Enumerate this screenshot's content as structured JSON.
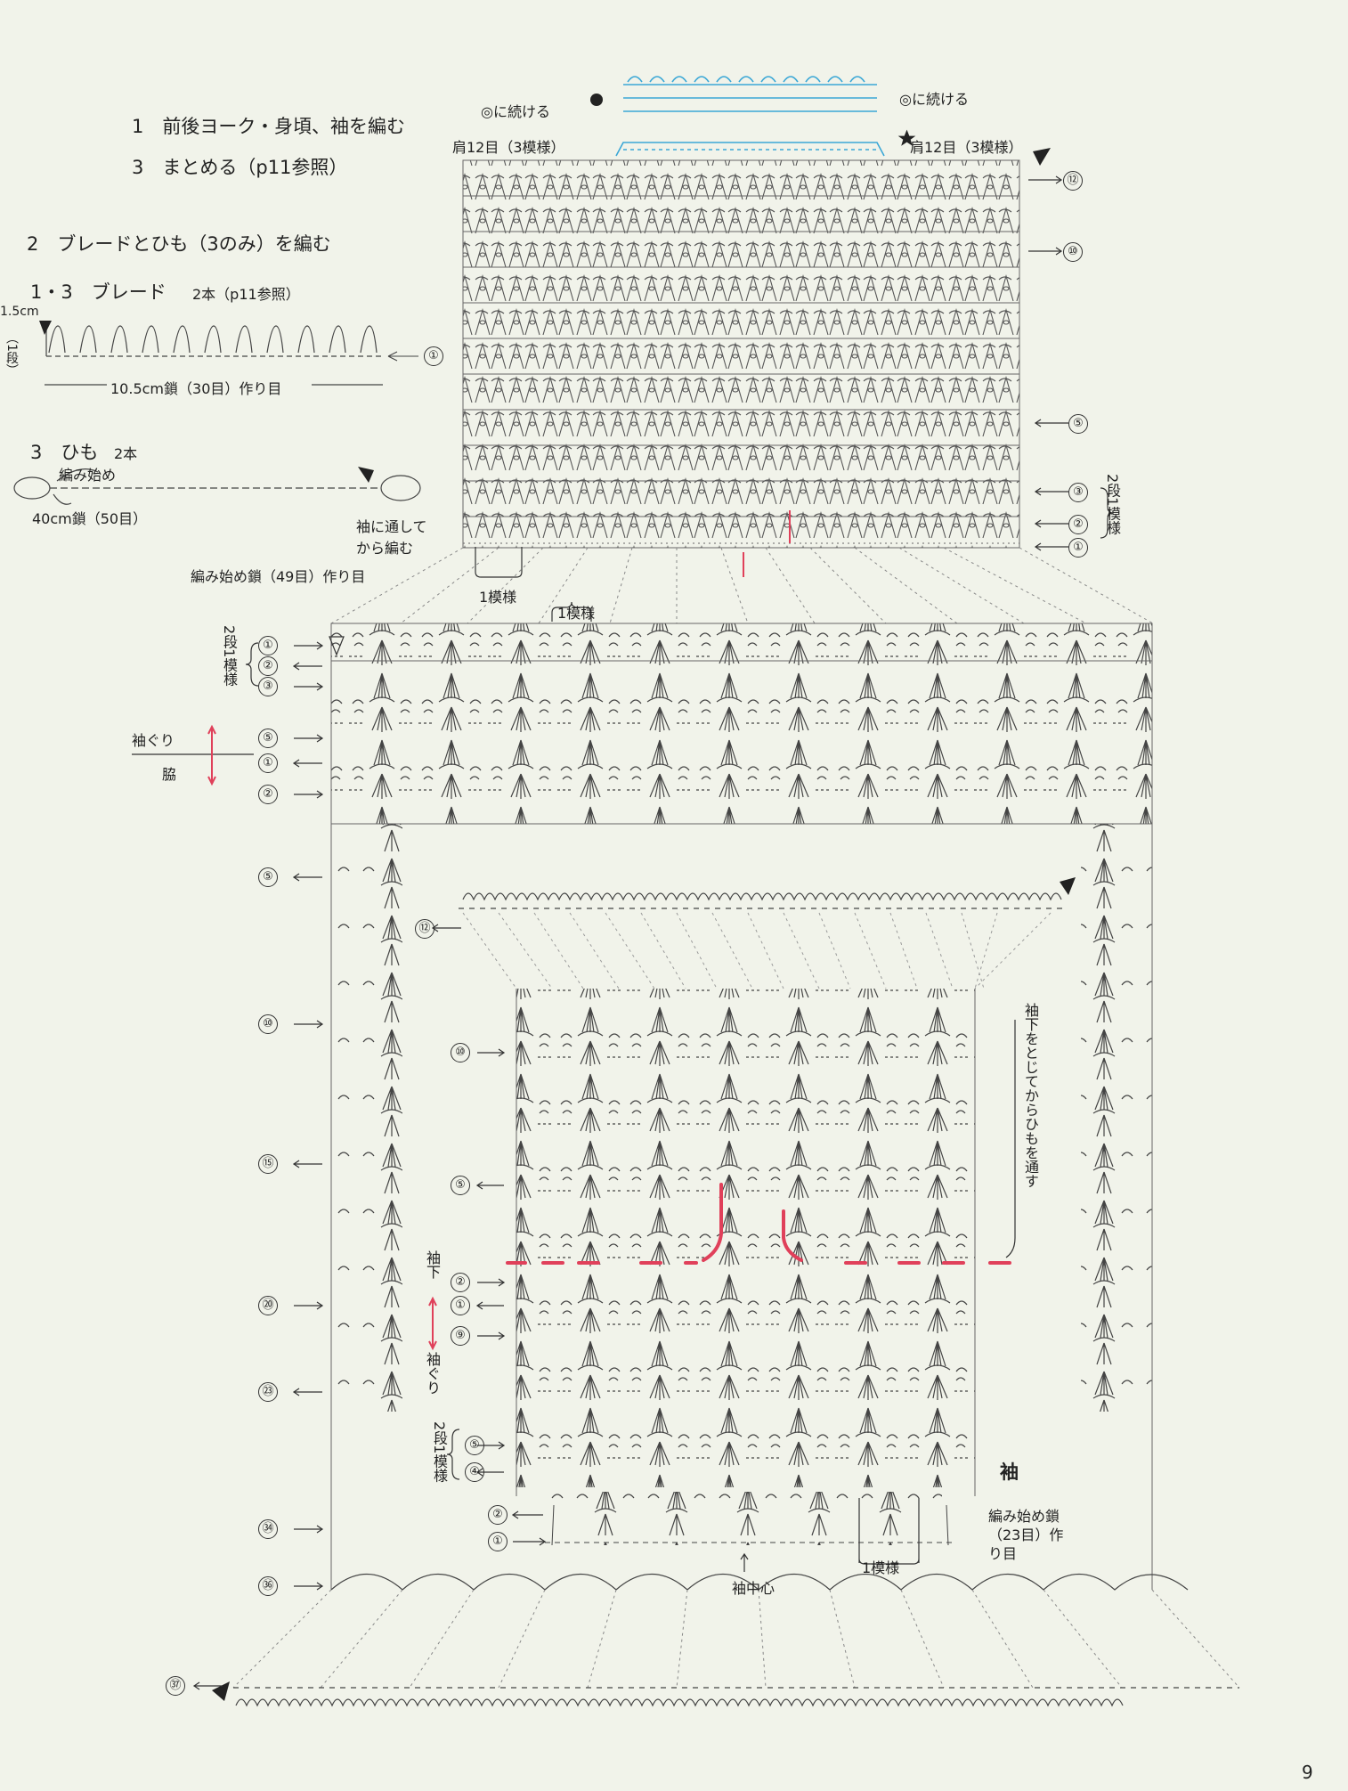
{
  "instructions": {
    "step1": "1　前後ヨーク・身頃、袖を編む",
    "step3": "3　まとめる（p11参照）",
    "step2": "2　ブレードとひも（3のみ）を編む"
  },
  "braid": {
    "title": "1・3　ブレード",
    "count": "2本（p11参照）",
    "height": "1.5cm",
    "rows": "（1段）",
    "chain": "10.5cm鎖（30目）作り目",
    "row_label": "①"
  },
  "string": {
    "title": "3　ひも",
    "count": "2本",
    "start": "編み始め",
    "chain": "40cm鎖（50目）",
    "note_line1": "袖に通して",
    "note_line2": "から編む"
  },
  "yoke": {
    "left_cont": "◎に続ける",
    "right_cont": "◎に続ける",
    "left_shoulder": "肩12目（3模様）",
    "right_shoulder": "肩12目（3模様）",
    "start_chain": "編み始め鎖（49目）作り目",
    "repeat": "1模様",
    "rows": [
      "⑫",
      "⑩",
      "⑤",
      "③",
      "②",
      "①"
    ],
    "two_rows_one_pattern": "2段1模様"
  },
  "body": {
    "repeat": "1模様",
    "top_rows": [
      "①",
      "②",
      "③"
    ],
    "two_rows_one_pattern": "2段1模様",
    "armhole": "袖ぐり",
    "side": "脇",
    "mid_rows": [
      "⑤",
      "①",
      "②"
    ],
    "left_rows": [
      "⑤",
      "⑩",
      "⑮",
      "⑳",
      "㉓",
      "㉞",
      "㊱"
    ],
    "bottom_row": "㊲"
  },
  "sleeve": {
    "title": "袖",
    "top_row": "⑫",
    "rows": [
      "⑩",
      "⑤",
      "②",
      "①",
      "⑨",
      "⑤",
      "④",
      "②",
      "①"
    ],
    "underarm": "袖下",
    "armhole": "袖ぐり",
    "two_rows_one_pattern": "2段1模様",
    "note": "袖下をとじてからひもを通す",
    "start_chain": "編み始め鎖（23目）作り目",
    "repeat": "1模様",
    "center": "袖中心"
  },
  "page_number": "9",
  "colors": {
    "ink": "#333333",
    "accent_blue": "#3aa7d6",
    "accent_red": "#e0405a"
  }
}
